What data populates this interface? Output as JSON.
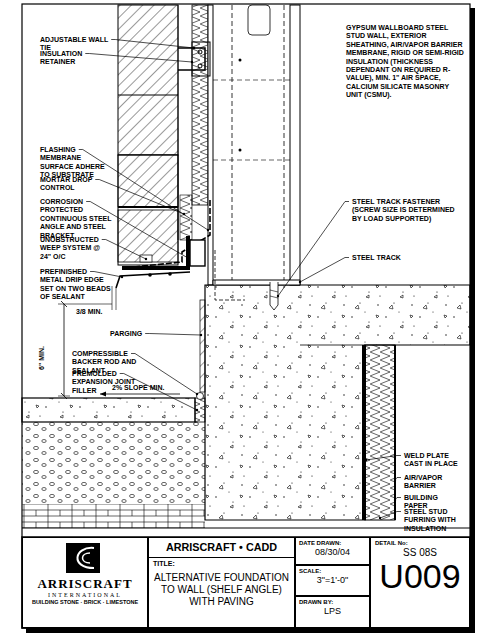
{
  "diagram": {
    "nodes": [
      {
        "text": [
          "ARRISCRAFT",
          "INTERNATIONAL",
          "BUILDING STONE · BRICK · LIMESTONE"
        ]
      },
      {
        "text": [
          "ARRISCRAFT • CADD"
        ]
      },
      {
        "text": [
          "TITLE:",
          "ALTERNATIVE FOUNDATION TO WALL (SHELF ANGLE) WITH PAVING"
        ]
      },
      {
        "text": [
          "DATE DRAWN:",
          "08/30/04"
        ]
      },
      {
        "text": [
          "SCALE:",
          "3\"=1'-0\""
        ]
      },
      {
        "text": [
          "DRAWN BY:",
          "LPS"
        ]
      },
      {
        "text": [
          "DETAIL No:",
          "SS 08S",
          "U009"
        ]
      }
    ],
    "labels": [
      "ADJUSTABLE WALL TIE",
      "INSULATION RETAINER",
      "FLASHING MEMBRANE SURFACE ADHERE TO SUBSTRATE",
      "MORTAR DROP CONTROL",
      "CORROSION PROTECTED CONTINUOUS STEEL ANGLE AND STEEL BRACKET",
      "UNOBSTRUCTED WEEP SYSTEM @ 24\" O/C",
      "PREFINISHED METAL DRIP EDGE SET ON TWO BEADS OF SEALANT",
      "3/8 MIN.",
      "PARGING",
      "6\" MIN.",
      "COMPRESSIBLE BACKER ROD AND SEALANT",
      "PREMOLDED EXPANSION JOINT FILLER",
      "2% SLOPE MIN.",
      "GYPSUM WALLBOARD STEEL STUD WALL, EXTERIOR SHEATHING, AIR/VAPOR BARRIER MEMBRANE, RIGID OR SEMI-RIGID INSULATION (THICKNESS DEPENDANT ON REQUIRED R-VALUE), MIN. 1\" AIR SPACE, CALCIUM SILICATE MASONRY UNIT (CSMU).",
      "STEEL TRACK FASTENER (SCREW SIZE IS DETERMINED BY LOAD SUPPORTED)",
      "STEEL TRACK",
      "WELD PLATE CAST IN PLACE",
      "AIR/VAPOR BARRIER",
      "BUILDING PAPER",
      "STEEL STUD FURRING WITH INSULATION"
    ]
  }
}
